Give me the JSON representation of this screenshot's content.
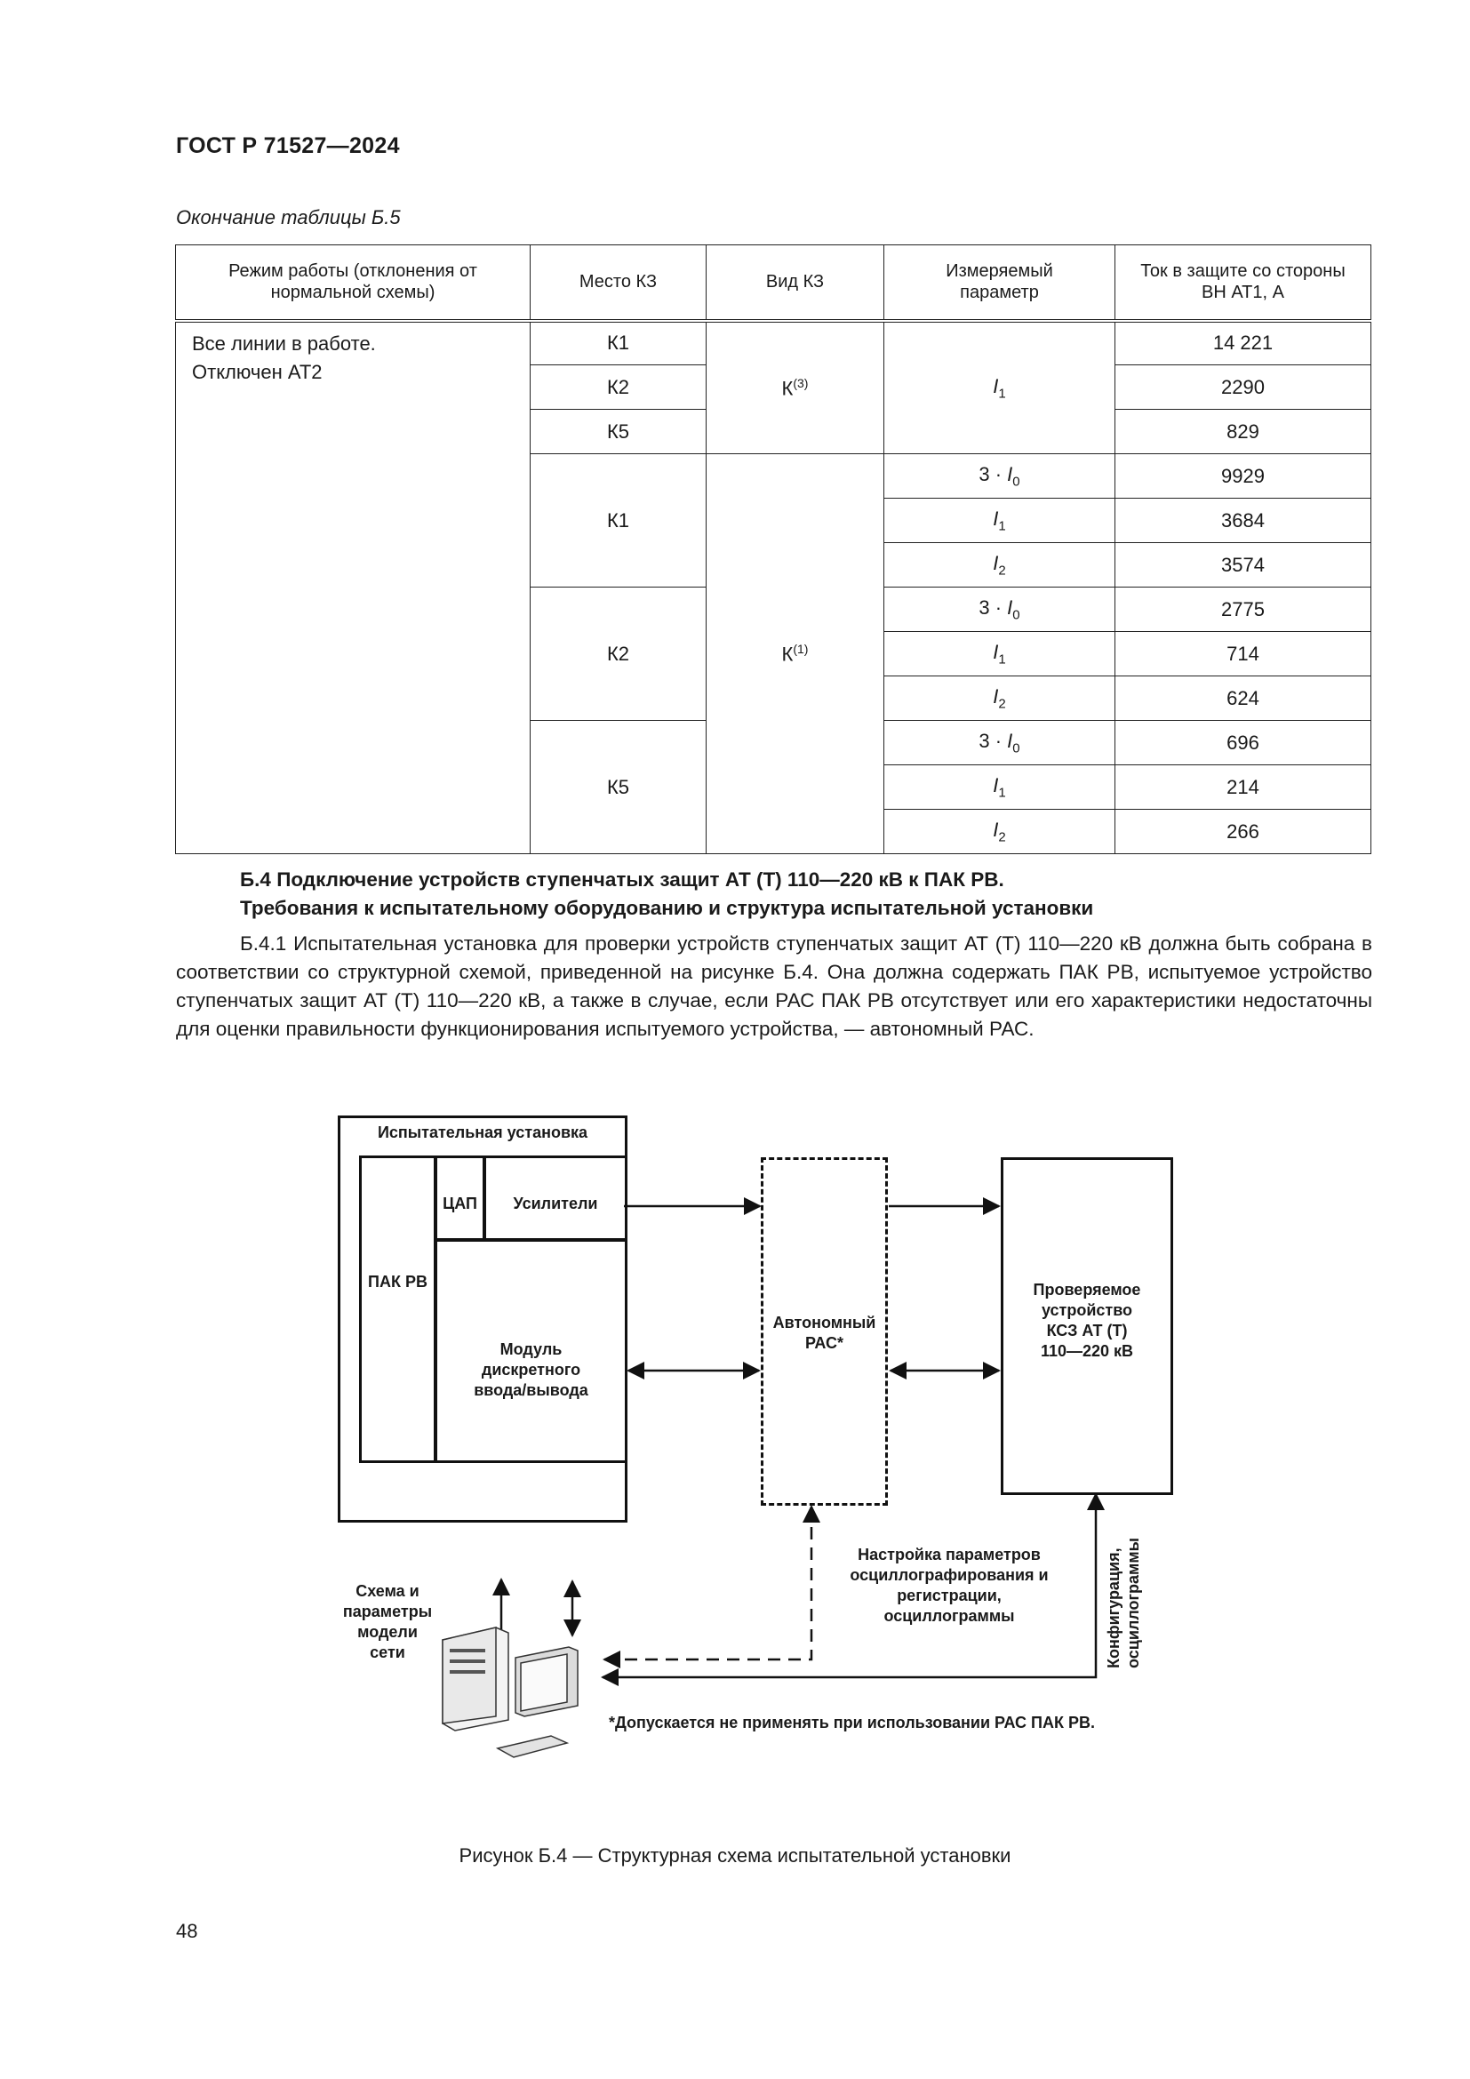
{
  "header": {
    "standard": "ГОСТ Р 71527—2024"
  },
  "table": {
    "caption": "Окончание таблицы Б.5",
    "columns": [
      "Режим работы (отклонения от нормальной схемы)",
      "Место КЗ",
      "Вид КЗ",
      "Измеряемый параметр",
      "Ток в защите со стороны ВН АТ1, А"
    ],
    "mode_line1": "Все линии в работе.",
    "mode_line2": "Отключен АТ2",
    "group1": {
      "fault_type_base": "К",
      "fault_type_sup": "(3)",
      "param_base": "I",
      "param_sub": "1",
      "rows": [
        {
          "place": "К1",
          "value": "14 221"
        },
        {
          "place": "К2",
          "value": "2290"
        },
        {
          "place": "К5",
          "value": "829"
        }
      ]
    },
    "group2": {
      "fault_type_base": "К",
      "fault_type_sup": "(1)",
      "places": [
        "К1",
        "К2",
        "К5"
      ],
      "param_prefix": "3 · ",
      "param_base": "I",
      "param_subs": [
        "0",
        "1",
        "2"
      ],
      "values": [
        [
          "9929",
          "3684",
          "3574"
        ],
        [
          "2775",
          "714",
          "624"
        ],
        [
          "696",
          "214",
          "266"
        ]
      ]
    }
  },
  "section": {
    "title_line1": "Б.4  Подключение устройств ступенчатых защит АТ (Т) 110—220 кВ к ПАК РВ.",
    "title_line2": "Требования  к  испытательному оборудованию и структура испытательной установки",
    "paragraph": "Б.4.1 Испытательная установка для проверки устройств ступенчатых защит АТ (Т) 110—220 кВ должна быть собрана в соответствии со структурной схемой, приведенной на рисунке Б.4. Она должна содержать ПАК РВ, испытуемое устройство ступенчатых защит АТ (Т) 110—220 кВ, а также в случае, если РАС ПАК РВ отсутствует или его характеристики недостаточны для оценки правильности функционирования испытуемого устройства, — автономный РАС."
  },
  "figure": {
    "test_setup": "Испытательная установка",
    "pak_rv": "ПАК РВ",
    "dac": "ЦАП",
    "amplifiers": "Усилители",
    "io_module": [
      "Модуль",
      "дискретного",
      "ввода/вывода"
    ],
    "autonomous_ras": [
      "Автономный",
      "РАС*"
    ],
    "device_under_test": [
      "Проверяемое",
      "устройство",
      "КСЗ АТ (Т)",
      "110—220 кВ"
    ],
    "scheme_params": [
      "Схема и",
      "параметры",
      "модели",
      "сети"
    ],
    "osc_settings": [
      "Настройка параметров",
      "осциллографирования и",
      "регистрации,",
      "осциллограммы"
    ],
    "config_label_1": "Конфигурация,",
    "config_label_2": "осциллограммы",
    "footnote": "*Допускается не применять при использовании РАС ПАК РВ.",
    "caption": "Рисунок Б.4 — Структурная схема испытательной установки"
  },
  "footer": {
    "page_number": "48"
  }
}
